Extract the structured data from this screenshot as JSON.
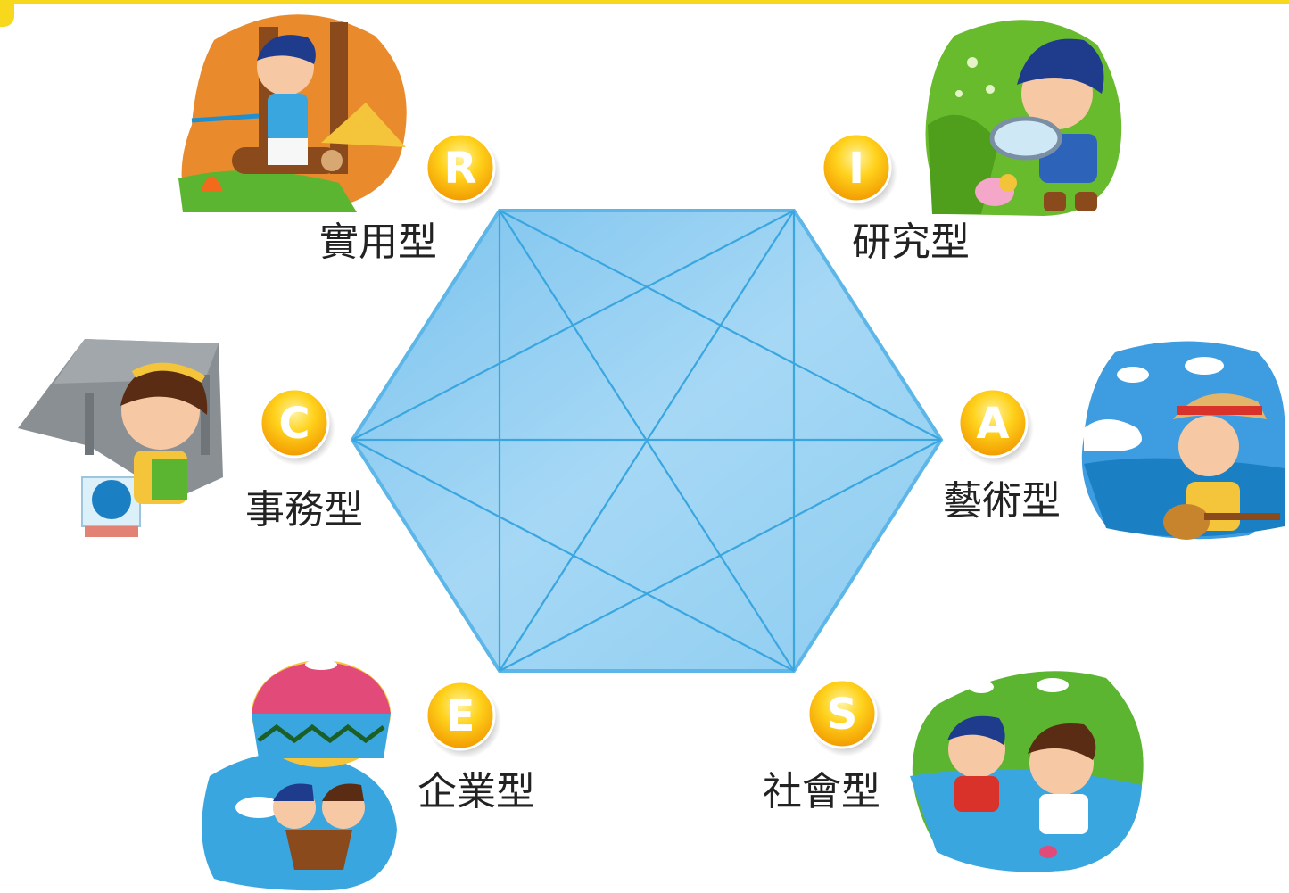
{
  "types": [
    {
      "key": "R",
      "letter": "R",
      "label": "實用型",
      "icon": "camping-boy-icon"
    },
    {
      "key": "I",
      "letter": "I",
      "label": "研究型",
      "icon": "magnifier-boy-icon"
    },
    {
      "key": "A",
      "letter": "A",
      "label": "藝術型",
      "icon": "guitar-boy-icon"
    },
    {
      "key": "S",
      "letter": "S",
      "label": "社會型",
      "icon": "fishing-children-icon"
    },
    {
      "key": "E",
      "letter": "E",
      "label": "企業型",
      "icon": "balloon-children-icon"
    },
    {
      "key": "C",
      "letter": "C",
      "label": "事務型",
      "icon": "archive-girl-icon"
    }
  ],
  "colors": {
    "accent_bar": "#f7d81c",
    "hexagon_fill": "#8ecdf2",
    "hexagon_line": "#3aa6e0",
    "badge_gold": "#f7b500"
  }
}
